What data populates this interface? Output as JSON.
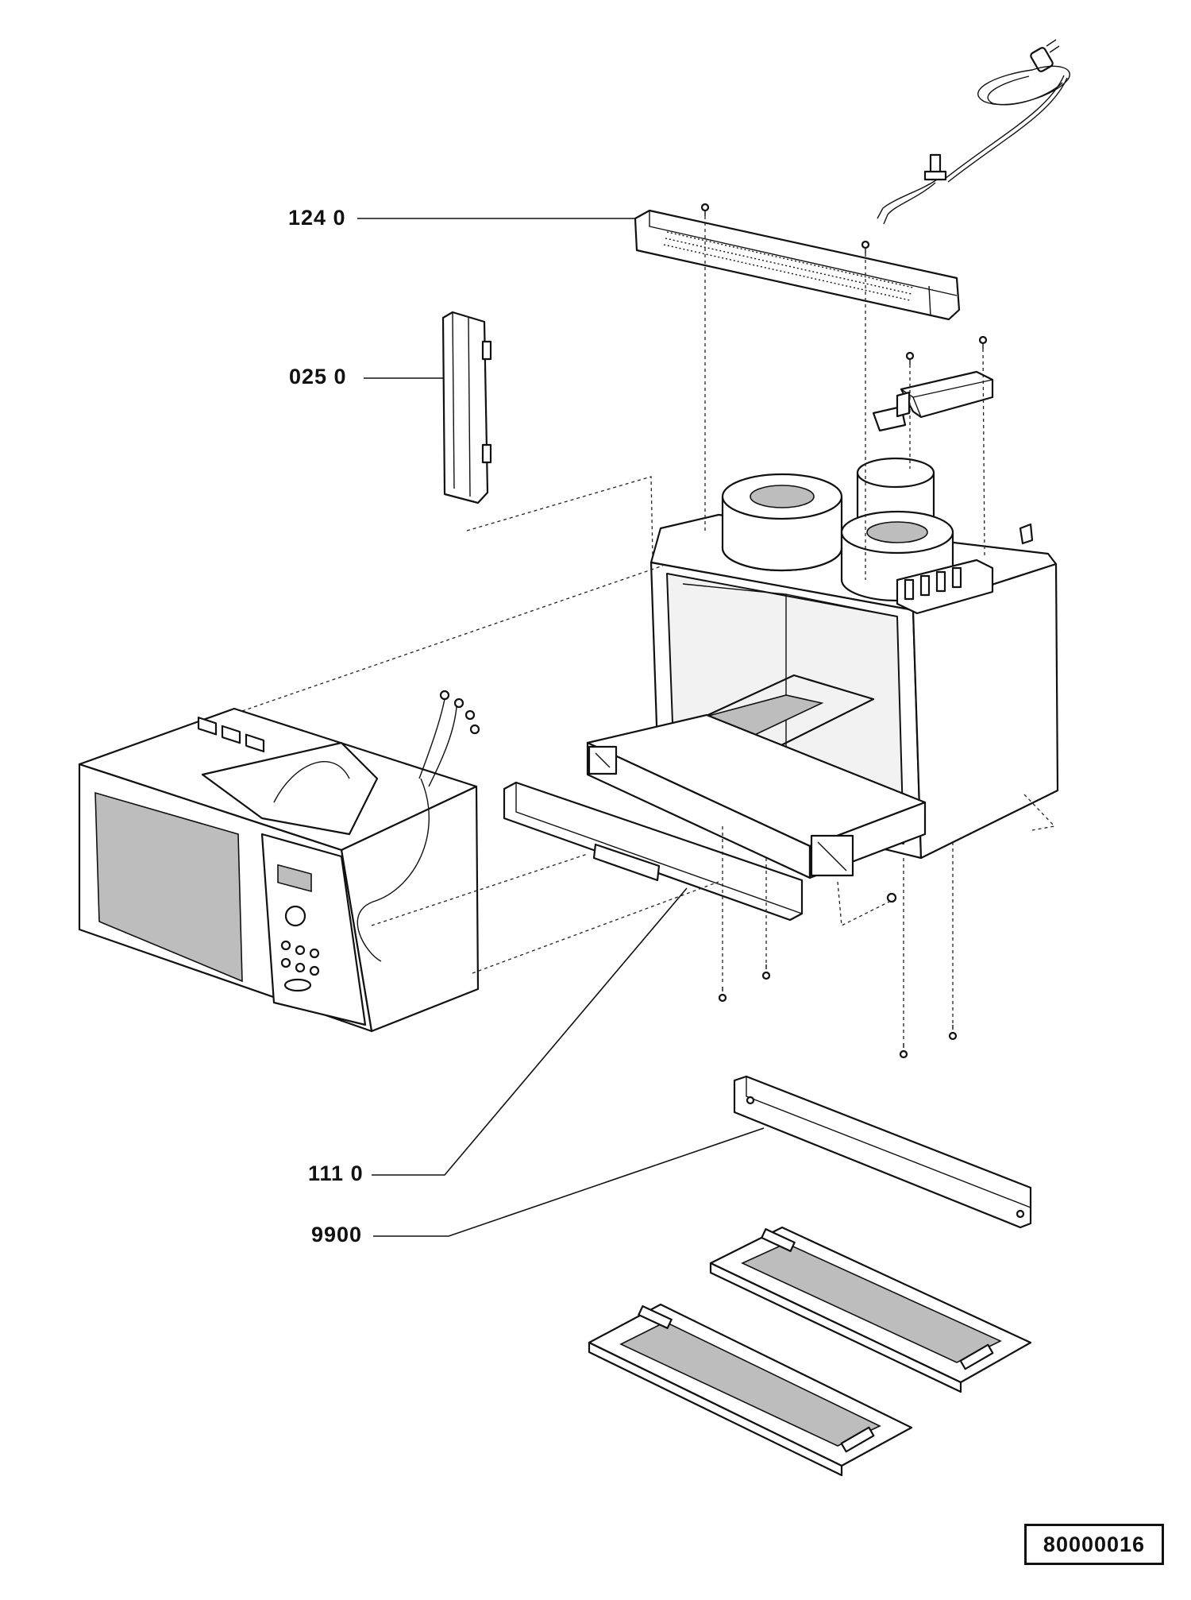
{
  "callouts": [
    {
      "id": "c1240",
      "text": "124 0"
    },
    {
      "id": "c0250",
      "text": "025 0"
    },
    {
      "id": "c1110",
      "text": "111 0"
    },
    {
      "id": "c9900",
      "text": "9900"
    }
  ],
  "document_number": "80000016"
}
